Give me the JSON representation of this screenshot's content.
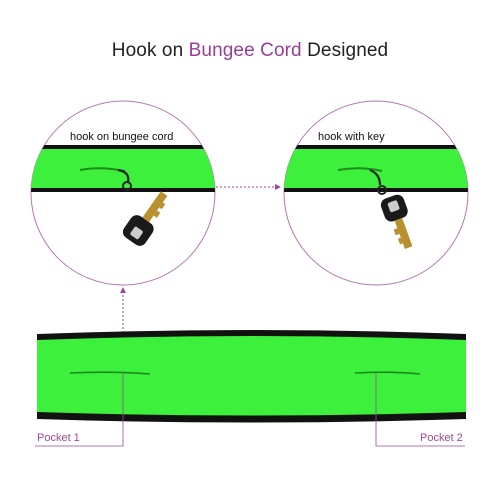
{
  "header": {
    "title_prefix": "Hook on ",
    "title_accent": "Bungee Cord",
    "title_suffix": " Designed",
    "accent_color": "#9a3c9a"
  },
  "callouts": {
    "left_caption": "hook on bungee cord",
    "right_caption": "hook with key"
  },
  "belt": {
    "color": "#3cf03c",
    "edge_color": "#111111",
    "pocket1_label": "Pocket 1",
    "pocket2_label": "Pocket 2"
  },
  "leader_line_color": "#9a4a9a",
  "icons": [
    "key-icon",
    "key-ring-hook-icon",
    "zipper-slot-icon"
  ]
}
